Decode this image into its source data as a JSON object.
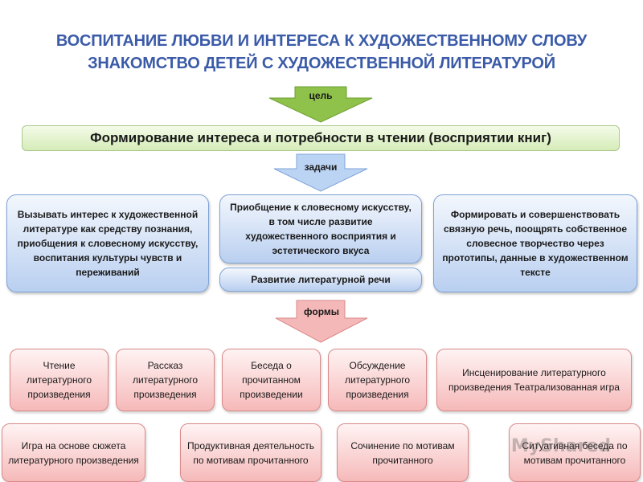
{
  "title": {
    "line1": "ВОСПИТАНИЕ ЛЮБВИ И ИНТЕРЕСА К ХУДОЖЕСТВЕННОМУ СЛОВУ",
    "line2": "ЗНАКОМСТВО ДЕТЕЙ С ХУДОЖЕСТВЕННОЙ ЛИТЕРАТУРОЙ"
  },
  "goal": {
    "label": "цель",
    "text": "Формирование интереса и потребности в чтении (восприятии книг)"
  },
  "tasks": {
    "label": "задачи",
    "items": [
      "Вызывать интерес к художественной литературе как средству познания, приобщения к словесному искусству, воспитания культуры чувств и переживаний",
      "Приобщение к словесному искусству, в том числе развитие художественного восприятия и эстетического вкуса",
      "Формировать и совершенствовать связную речь, поощрять собственное словесное творчество через прототипы, данные в художественном тексте"
    ],
    "extra": "Развитие литературной речи"
  },
  "forms": {
    "label": "формы",
    "row1": [
      "Чтение литературного произведения",
      "Рассказ литературного произведения",
      "Беседа о прочитанном произведении",
      "Обсуждение литературного произведения",
      "Инсценирование литературного произведения Театрализованная игра"
    ],
    "row2": [
      "Игра на основе сюжета литературного произведения",
      "Продуктивная деятельность по мотивам прочитанного",
      "Сочинение по мотивам прочитанного",
      "Ситуативная беседа по мотивам прочитанного"
    ]
  },
  "watermark": "MyShared",
  "colors": {
    "title": "#3b5ba8",
    "goal_arrow": "#8fc24a",
    "tasks_arrow": "#8fb6ea",
    "forms_arrow": "#f2a4a4"
  }
}
